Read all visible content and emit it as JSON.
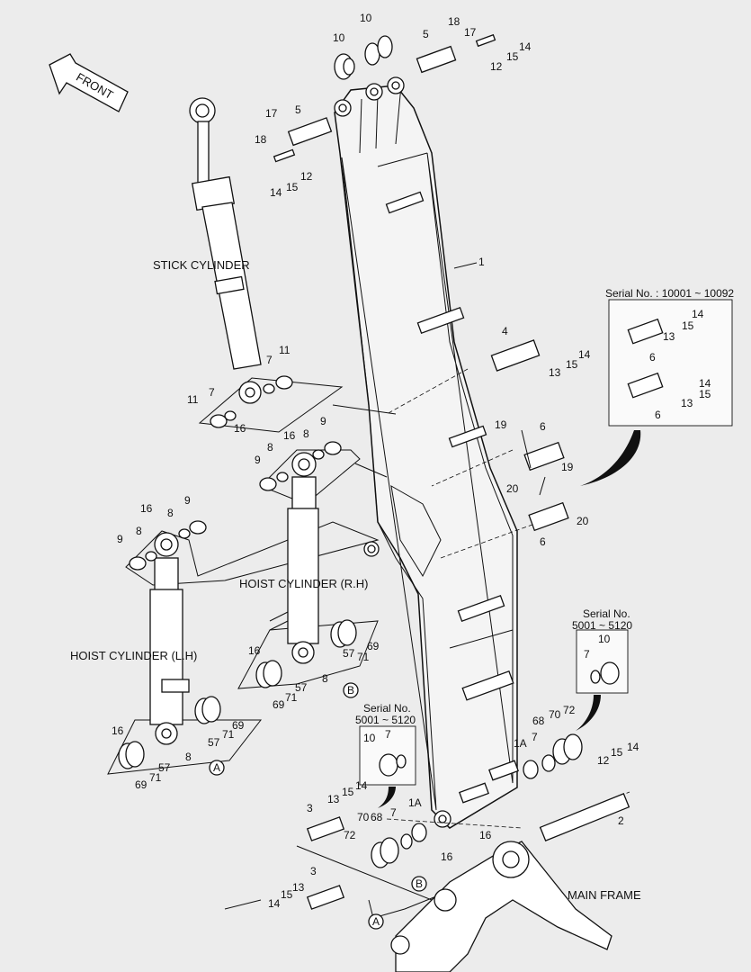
{
  "front_label": "FRONT",
  "titles": {
    "stick_cylinder": "STICK CYLINDER",
    "hoist_rh": "HOIST CYLINDER (R.H)",
    "hoist_lh": "HOIST  CYLINDER (L.H)",
    "main_frame": "MAIN FRAME"
  },
  "serial_boxes": [
    {
      "title": "Serial No. : 10001 ~ 10092"
    },
    {
      "title": "Serial No.",
      "range": "5001 ~ 5120"
    },
    {
      "title": "Serial No.",
      "range": "5001 ~ 5120"
    }
  ],
  "markers": {
    "a": "A",
    "b": "B"
  },
  "parts": {
    "p1": "1",
    "p2": "2",
    "p3": "3",
    "p1a": "1A",
    "p4": "4",
    "p5": "5",
    "p6": "6",
    "p7": "7",
    "p8": "8",
    "p9": "9",
    "p10": "10",
    "p11": "11",
    "p12": "12",
    "p13": "13",
    "p14": "14",
    "p15": "15",
    "p16": "16",
    "p17": "17",
    "p18": "18",
    "p19": "19",
    "p20": "20",
    "p57": "57",
    "p68": "68",
    "p69": "69",
    "p70": "70",
    "p71": "71",
    "p72": "72"
  }
}
